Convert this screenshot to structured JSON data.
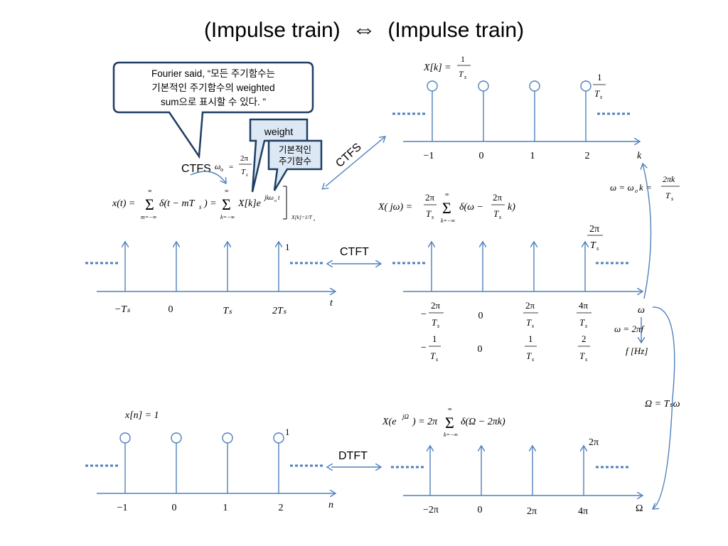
{
  "title": {
    "left": "(Impulse train)",
    "arrow": "⇔",
    "right": "(Impulse train)"
  },
  "callouts": {
    "fourier_line1": "Fourier said, “모든 주기함수는",
    "fourier_line2": "기본적인 주기함수의 weighted",
    "fourier_line3": "sum으로 표시할 수 있다. ”",
    "weight": "weight",
    "basis_line1": "기본적인",
    "basis_line2": "주기함수"
  },
  "transforms": {
    "ctfs_left": "CTFS",
    "ctfs_arrow": "CTFS",
    "ctft": "CTFT",
    "dtft": "DTFT"
  },
  "labels": {
    "xt_axis": "t",
    "xt_ticks": [
      "−Tₛ",
      "0",
      "Tₛ",
      "2Tₛ"
    ],
    "xt_height": "1",
    "xk_eq": "X[k] = 1/Tₛ",
    "xk_height": "1/Tₛ",
    "xk_axis": "k",
    "xk_ticks": [
      "−1",
      "0",
      "1",
      "2"
    ],
    "xjw_height": "2π/Tₛ",
    "w_axis": "ω",
    "w_ticks": [
      "−2π/Tₛ",
      "0",
      "2π/Tₛ",
      "4π/Tₛ"
    ],
    "f_ticks": [
      "−1/Tₛ",
      "0",
      "1/Tₛ",
      "2/Tₛ"
    ],
    "w_to_f": "ω = 2πf",
    "f_axis": "f [Hz]",
    "w_to_k": "ω = ωₒk = 2πk/Tₛ",
    "Omega_rel": "Ω = Tₛω",
    "xn_eq": "x[n] = 1",
    "xn_height": "1",
    "n_axis": "n",
    "n_ticks": [
      "−1",
      "0",
      "1",
      "2"
    ],
    "dtft_height": "2π",
    "Omega_axis": "Ω",
    "Omega_ticks": [
      "−2π",
      "0",
      "2π",
      "4π"
    ]
  }
}
